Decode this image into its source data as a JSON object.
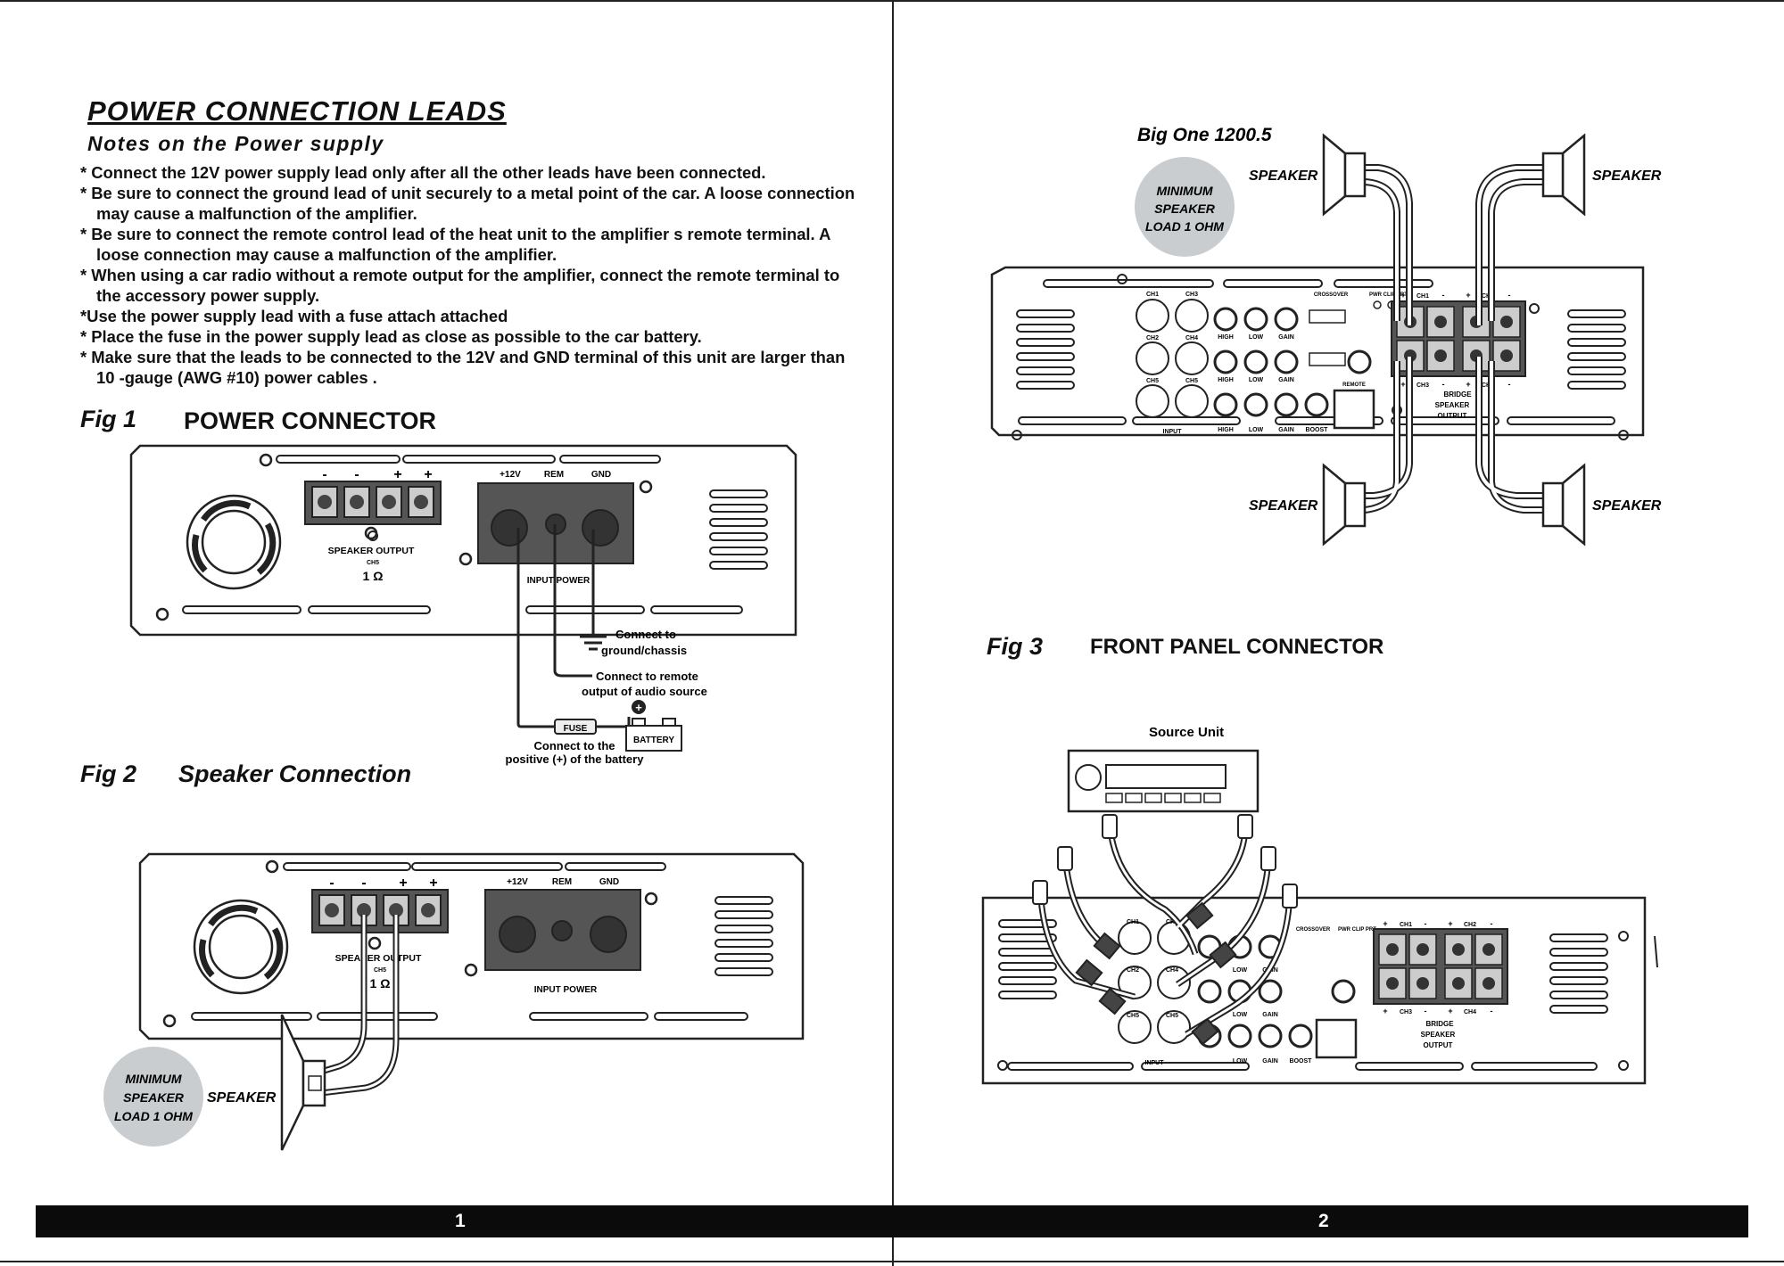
{
  "left_page": {
    "title": "POWER CONNECTION LEADS",
    "subtitle": "Notes on the Power supply",
    "notes": [
      "* Connect the 12V power supply lead only after all the other leads have been connected.",
      "* Be sure to connect the ground lead of unit securely to a metal point of the car. A loose connection may cause a malfunction of the amplifier.",
      "* Be sure to connect the remote control lead of the heat unit to the amplifier s remote terminal. A loose connection may cause a malfunction of the amplifier.",
      "* When using a car  radio without a remote output  for the amplifier, connect the remote terminal to the accessory power supply.",
      "*Use  the  power  supply  lead  with  a  fuse  attach  attached",
      "* Place the fuse in the power supply lead as close as possible to the car battery.",
      "* Make sure that the leads to be connected to the 12V and GND terminal of this unit are larger than 10 -gauge (AWG #10) power cables ."
    ],
    "fig1": {
      "label": "Fig 1",
      "title": "POWER CONNECTOR",
      "speaker_terminals": [
        "-",
        "-",
        "+",
        "+"
      ],
      "speaker_output": "SPEAKER    OUTPUT",
      "channel": "CH5",
      "impedance": "1 Ω",
      "power_terminals": [
        "+12V",
        "REM",
        "GND"
      ],
      "input_power": "INPUT POWER",
      "ground_note_1": "Connect to",
      "ground_note_2": "ground/chassis",
      "remote_note_1": "Connect to remote",
      "remote_note_2": "output of audio source",
      "fuse": "FUSE",
      "battery": "BATTERY",
      "plus_symbol": "+",
      "battery_note_1": "Connect to the",
      "battery_note_2": "positive (+) of the battery"
    },
    "fig2": {
      "label": "Fig 2",
      "title": "Speaker Connection",
      "speaker_terminals": [
        "-",
        "-",
        "+",
        "+"
      ],
      "speaker_output": "SPEAKER    OUTPUT",
      "channel": "CH5",
      "impedance": "1 Ω",
      "power_terminals": [
        "+12V",
        "REM",
        "GND"
      ],
      "input_power": "INPUT POWER",
      "badge": [
        "MINIMUM",
        "SPEAKER",
        "LOAD 1 OHM"
      ],
      "speaker_label": "SPEAKER"
    },
    "page_number": "1"
  },
  "right_page": {
    "model": "Big One 1200.5",
    "badge": [
      "MINIMUM",
      "SPEAKER",
      "LOAD 1 OHM"
    ],
    "speaker_label": "SPEAKER",
    "panel": {
      "inputs": [
        "CH1",
        "CH3",
        "CH2",
        "CH4",
        "CH5",
        "CH5"
      ],
      "input_label": "INPUT",
      "status": "PWR CLIP PRT",
      "crossover": "CROSSOVER",
      "knob_labels": [
        "HIGH",
        "LOW",
        "GAIN",
        "BOOST"
      ],
      "terminals_top": [
        "+",
        "CH1",
        "-",
        "+",
        "CH2",
        "-"
      ],
      "terminals_bottom": [
        "+",
        "CH3",
        "-",
        "+",
        "CH4",
        "-"
      ],
      "bridge": "BRIDGE",
      "speaker": "SPEAKER",
      "output": "OUTPUT",
      "remote": "REMOTE"
    },
    "fig3": {
      "label": "Fig 3",
      "title": "FRONT PANEL CONNECTOR",
      "source_unit": "Source Unit"
    },
    "page_number": "2"
  }
}
